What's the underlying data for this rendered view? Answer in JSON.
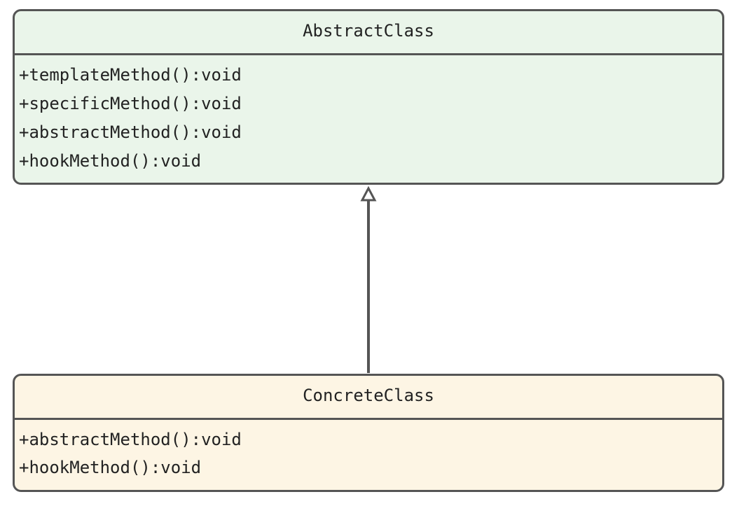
{
  "diagram": {
    "colors": {
      "border": "#555555",
      "abstract_fill": "#eaf5ea",
      "concrete_fill": "#fdf5e4",
      "text": "#222222"
    },
    "abstract_class": {
      "name": "AbstractClass",
      "methods": [
        "+templateMethod():void",
        "+specificMethod():void",
        "+abstractMethod():void",
        "+hookMethod():void"
      ]
    },
    "concrete_class": {
      "name": "ConcreteClass",
      "methods": [
        "+abstractMethod():void",
        "+hookMethod():void"
      ]
    },
    "relationship": {
      "type": "generalization",
      "from": "ConcreteClass",
      "to": "AbstractClass"
    }
  }
}
